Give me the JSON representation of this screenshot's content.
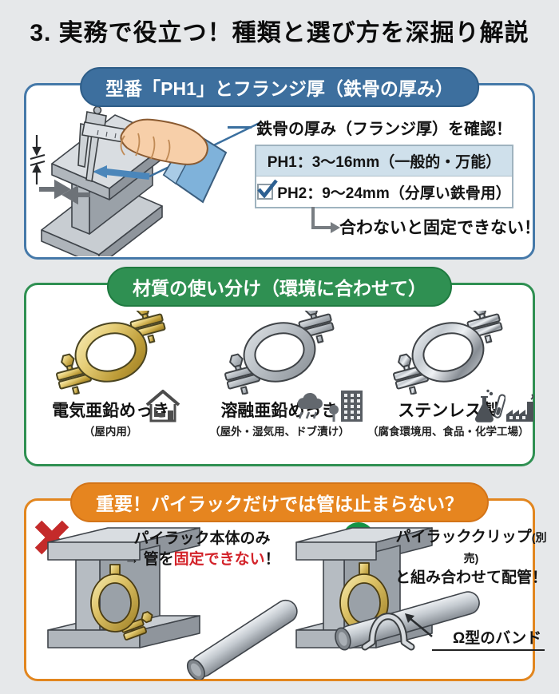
{
  "title": "3. 実務で役立つ！種類と選び方を深掘り解説",
  "colors": {
    "background": "#e6e8ea",
    "blue_accent": "#3d6f9e",
    "green_accent": "#2f9052",
    "orange_accent": "#e6851f",
    "red_accent": "#d3232a",
    "row_highlight": "#cfe0eb",
    "check_blue": "#2d6092",
    "gold_clamp": "#d8bc5e"
  },
  "flange": {
    "header": "型番「PH1」とフランジ厚（鉄骨の厚み）",
    "callout": "鉄骨の厚み（フランジ厚）を確認！",
    "ph1_label": "PH1：3〜16mm（一般的・万能）",
    "ph2_label": "PH2：9〜24mm（分厚い鉄骨用）",
    "ph2_checked": true,
    "warning": "合わないと固定できない！"
  },
  "material": {
    "header": "材質の使い分け（環境に合わせて）",
    "items": [
      {
        "name": "電気亜鉛めっき",
        "usage": "（屋内用）",
        "icon": "house-indoor"
      },
      {
        "name": "溶融亜鉛めっき",
        "usage": "（屋外・湿気用、ドブ漬け）",
        "icon": "rain-building"
      },
      {
        "name": "ステンレス製",
        "usage": "（腐食環境用、食品・化学工場）",
        "icon": "flask-factory"
      }
    ]
  },
  "important": {
    "header": "重要！パイラックだけでは管は止まらない？",
    "bad": {
      "mark": "cross",
      "line1": "パイラック本体のみ",
      "line2_prefix": "→ 管を",
      "line2_red": "固定できない",
      "line2_suffix": "！"
    },
    "good": {
      "mark": "circle",
      "line1_main": "パイラッククリップ",
      "line1_note": "(別売)",
      "line2": "と組み合わせて配管！",
      "band_label": "Ω型のバンド"
    }
  }
}
